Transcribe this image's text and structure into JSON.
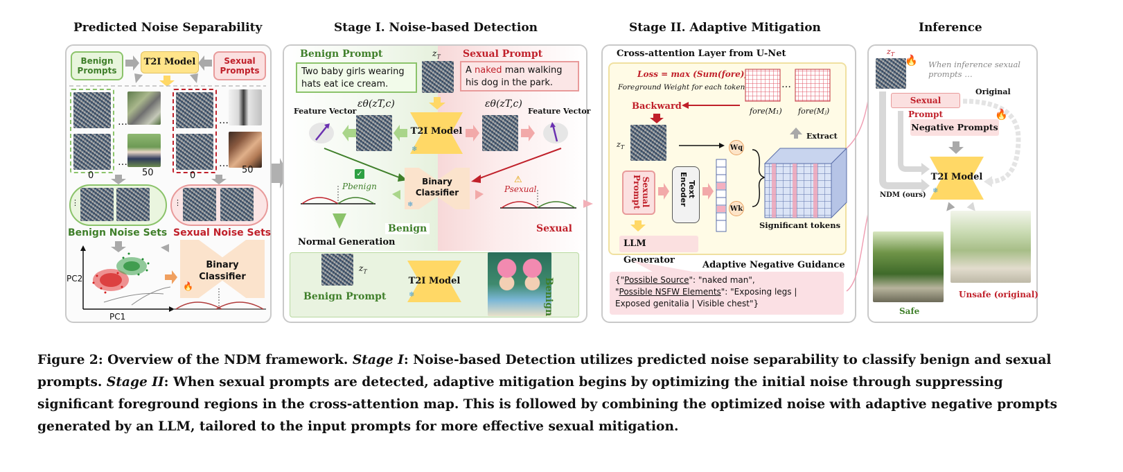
{
  "titles": {
    "predicted": "Predicted Noise Separability",
    "stage1": "Stage I. Noise-based Detection",
    "stage2": "Stage II.  Adaptive Mitigation",
    "inference": "Inference"
  },
  "panel1": {
    "benign_prompts": "Benign\nPrompts",
    "t2i_model": "T2I Model",
    "sexual_prompts": "Sexual\nPrompts",
    "dots": "…",
    "idx0_left": "0",
    "idx50_left": "50",
    "idx0_right": "0",
    "idx50_right": "50",
    "benign_noise_sets": "Benign Noise Sets",
    "sexual_noise_sets": "Sexual Noise Sets",
    "pc2": "PC2",
    "pc1": "PC1",
    "binary_classifier": "Binary\nClassifier"
  },
  "panel2": {
    "benign_prompt_label": "Benign Prompt",
    "zt": "z",
    "zt_sub": "T",
    "sexual_prompt_label": "Sexual Prompt",
    "benign_text": "Two baby girls wearing hats eat ice cream.",
    "sexual_text_pre": "A ",
    "sexual_text_hl": "naked",
    "sexual_text_post": " man walking his dog in the park.",
    "eps_left": "εθ(zT,c)",
    "eps_right": "εθ(zT,c)",
    "feature_vector_left": "Feature  Vector",
    "feature_vector_right": "Feature  Vector",
    "t2i_model": "T2I Model",
    "binary_classifier": "Binary\nClassifier",
    "p_benign": "Pbenign",
    "p_sexual": "Psexual",
    "benign": "Benign",
    "sexual": "Sexual",
    "normal_generation": "Normal Generation",
    "zt_bottom": "z",
    "benign_prompt_bottom": "Benign Prompt",
    "t2i_model_bottom": "T2I Model",
    "benign_vertical": "Benign"
  },
  "panel3": {
    "cross_attention": "Cross-attention  Layer from U-Net",
    "loss": "Loss = max (Sum(fore))",
    "foreground_weight": "Foreground Weight for each token",
    "fore1": "fore(M₁)",
    "fore2": "fore(Mⱼ)",
    "dots": "…",
    "backward": "Backward",
    "zt": "z",
    "extract": "Extract",
    "wq": "Wq",
    "wk": "Wk",
    "sexual_prompt": "Sexual\nPrompt",
    "text_encoder": "Text\nEncoder",
    "significant_tokens": "Significant tokens",
    "llm_generator": "LLM  Generator",
    "adaptive_negative_guidance": "Adaptive Negative Guidance",
    "guidance_line1_a": "{\"",
    "guidance_line1_u": "Possible Source",
    "guidance_line1_b": "\": \"naked man\",",
    "guidance_line2_a": " \"",
    "guidance_line2_u": "Possible NSFW Elements",
    "guidance_line2_b": "\": \"Exposing legs |",
    "guidance_line3": "Exposed genitalia | Visible chest\"}"
  },
  "panel4": {
    "zt": "z",
    "when_inference": "When inference sexual\nprompts …",
    "original": "Original",
    "sexual_prompt": "Sexual Prompt",
    "negative_prompts": "Negative Prompts",
    "t2i_model": "T2I Model",
    "ndm_ours": "NDM (ours)",
    "safe": "Safe",
    "unsafe_original": "Unsafe (original)"
  },
  "caption": {
    "prefix": "Figure 2: Overview of the NDM framework. ",
    "stage1_i": "Stage I",
    "stage1_text": ": Noise-based Detection utilizes predicted noise separability to classify benign and sexual prompts. ",
    "stage2_i": "Stage II",
    "stage2_text": ": When sexual prompts are detected, adaptive mitigation begins by optimizing the initial noise through suppressing significant foreground regions in the cross-attention map. This is followed by combining the optimized noise with adaptive negative prompts generated by an LLM, tailored to the input prompts for more effective sexual mitigation."
  },
  "colors": {
    "benign_green": "#3f7f2a",
    "sexual_red": "#c0202a",
    "t2i_yellow": "#ffd866",
    "panel_border": "#c9c9c9"
  }
}
